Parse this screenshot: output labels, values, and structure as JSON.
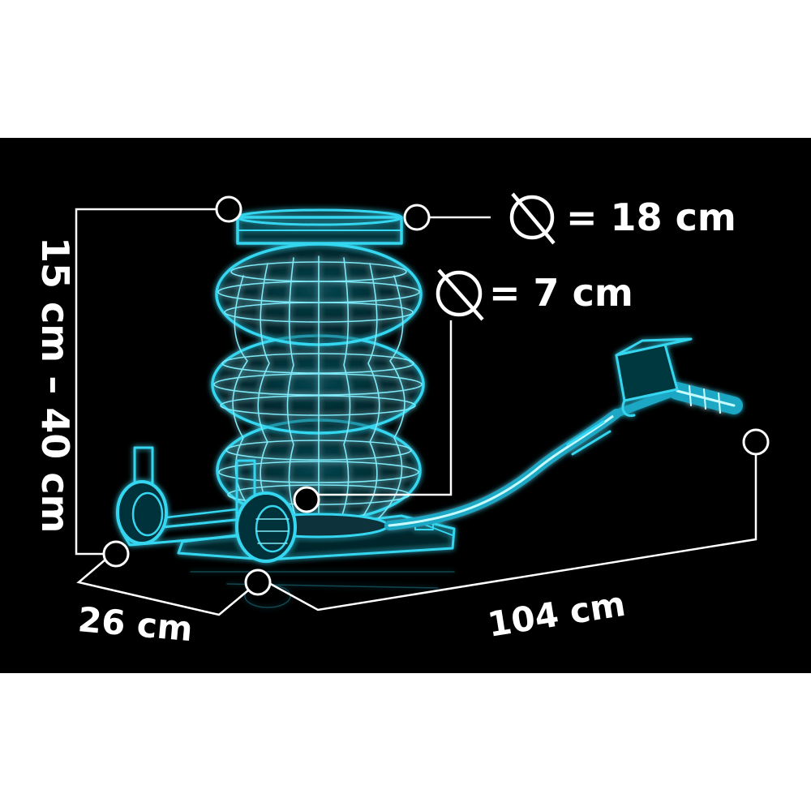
{
  "dimensions": {
    "height_range": "15 cm – 40 cm",
    "top_plate_diameter": "= 18 cm",
    "bellow_diameter": "= 7 cm",
    "width": "26 cm",
    "length": "104 cm"
  },
  "colors": {
    "background_band": "#000000",
    "page": "#ffffff",
    "annotation": "#ffffff",
    "wireframe_glow": "#2fd3ee",
    "wireframe_core": "#bff7ff"
  },
  "icons": {
    "diameter_symbol": "diameter-icon",
    "callout_marker": "circle-marker-icon"
  }
}
